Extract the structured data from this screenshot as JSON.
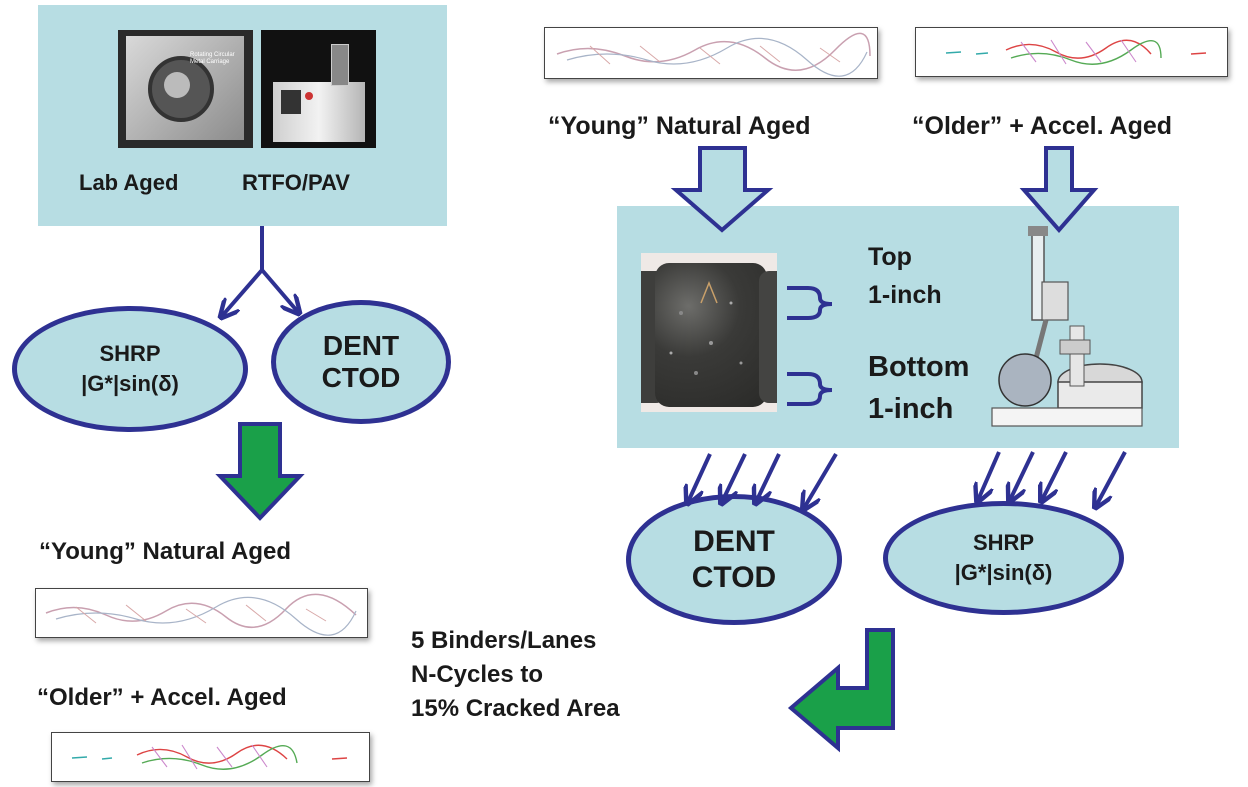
{
  "lab": {
    "label_aged": "Lab Aged",
    "label_method": "RTFO/PAV",
    "photo_caption_1": "Rotating Circular",
    "photo_caption_2": "Metal Carriage"
  },
  "left_ellipses": {
    "shrp_line1": "SHRP",
    "shrp_line2": "|G*|sin(δ)",
    "dent_line1": "DENT",
    "dent_line2": "CTOD"
  },
  "left_samples": {
    "young_label": "“Young” Natural Aged",
    "older_label": "“Older” + Accel. Aged"
  },
  "top_right": {
    "young_label": "“Young” Natural Aged",
    "older_label": "“Older” + Accel. Aged"
  },
  "core": {
    "top_line1": "Top",
    "top_line2": "1-inch",
    "bottom_line1": "Bottom",
    "bottom_line2": "1-inch"
  },
  "right_ellipses": {
    "dent_line1": "DENT",
    "dent_line2": "CTOD",
    "shrp_line1": "SHRP",
    "shrp_line2": "|G*|sin(δ)"
  },
  "summary": {
    "line1": "5 Binders/Lanes",
    "line2": "N-Cycles  to",
    "line3": "15% Cracked Area"
  },
  "colors": {
    "box_fill": "#b7dde3",
    "arrow_stroke": "#2e3192",
    "green_arrow": "#1aa049"
  }
}
